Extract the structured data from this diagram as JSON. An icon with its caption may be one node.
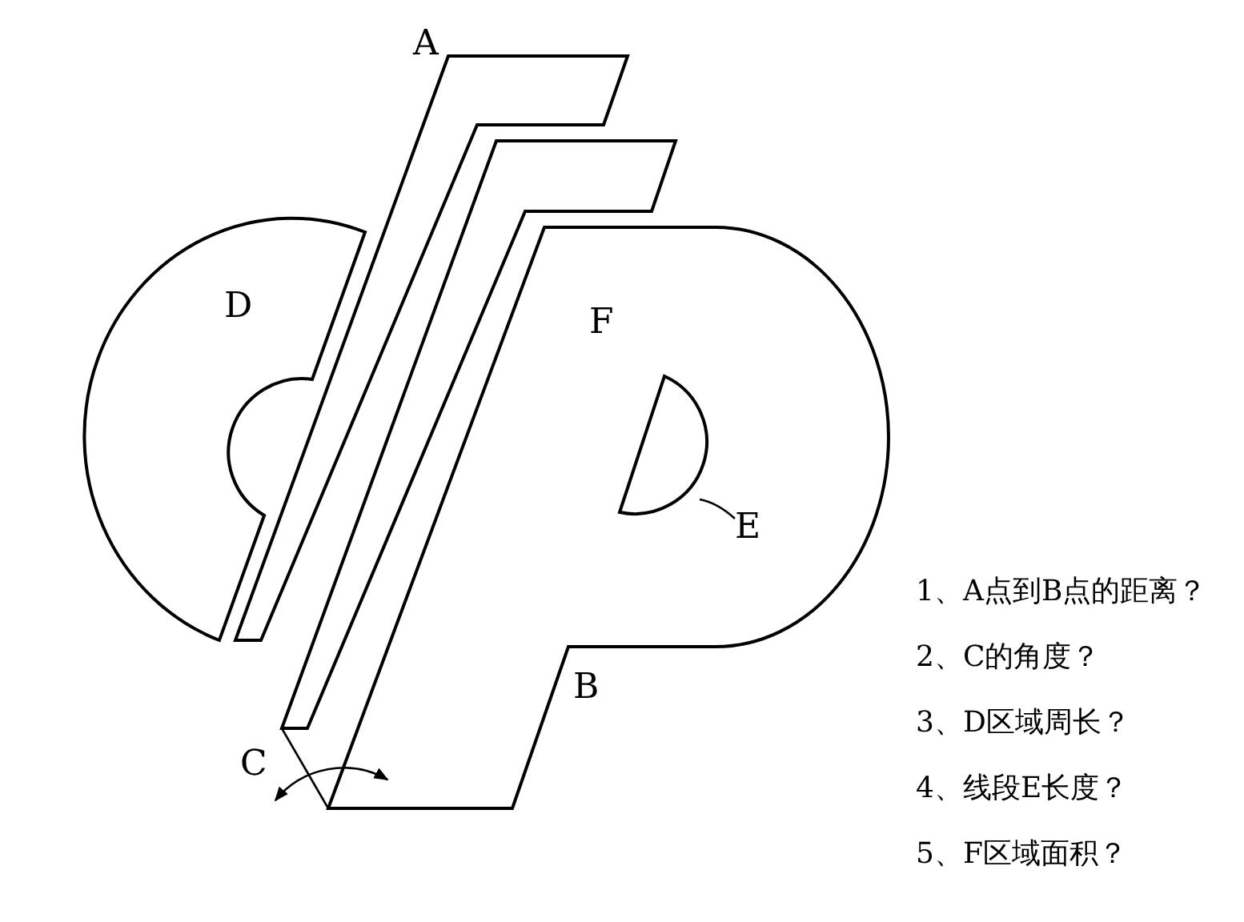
{
  "diagram": {
    "nodes": [
      {
        "text": [
          "E"
        ]
      },
      {
        "text": [],
        "shape": "semicircle"
      }
    ],
    "edges": [
      {
        "from": 0,
        "to": 1,
        "arrow": "none"
      }
    ],
    "labels": [
      "A",
      "D",
      "F",
      "B",
      "C",
      "1、A点到B点的距离？",
      "2、C的角度？",
      "3、D区域周长？",
      "4、线段E长度？",
      "5、F区域面积？"
    ]
  }
}
